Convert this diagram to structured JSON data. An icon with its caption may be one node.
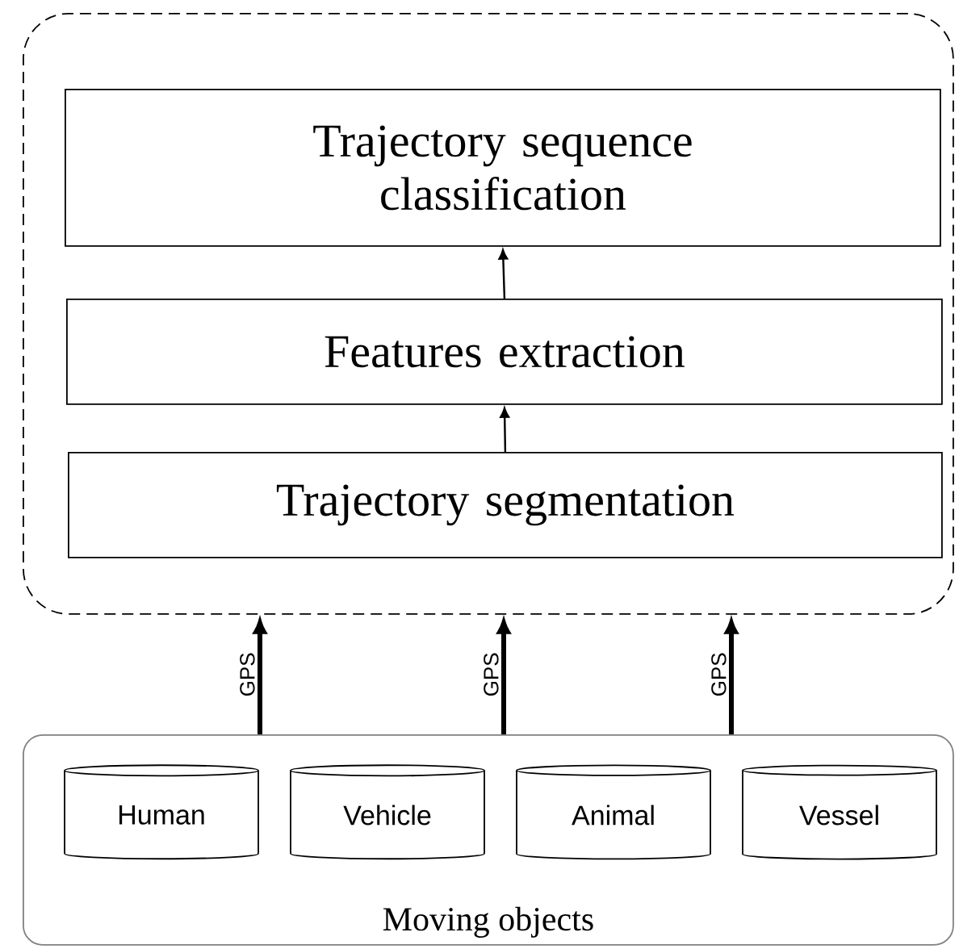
{
  "diagram": {
    "nodes": [
      {
        "text": [],
        "shape": "box"
      },
      {
        "text": [
          "Trajectory sequence classification"
        ],
        "in": 0
      },
      {
        "text": [
          "Features extraction"
        ],
        "in": 0
      },
      {
        "text": [
          "Trajectory segmentation"
        ],
        "in": 0
      },
      {
        "text": [
          "Moving objects"
        ]
      },
      {
        "text": [
          "Human"
        ],
        "in": 4
      },
      {
        "text": [
          "Vehicle"
        ],
        "in": 4
      },
      {
        "text": [
          "Animal"
        ],
        "in": 4
      },
      {
        "text": [
          "Vessel"
        ],
        "in": 4
      }
    ],
    "edges": [
      {
        "from": 3,
        "to": 2,
        "arrow": "to"
      },
      {
        "from": 2,
        "to": 1,
        "arrow": "to"
      },
      {
        "from": 4,
        "to": 0,
        "arrow": "to",
        "label": "GPS"
      },
      {
        "from": 4,
        "to": 0,
        "arrow": "to",
        "label": "GPS"
      },
      {
        "from": 4,
        "to": 0,
        "arrow": "to",
        "label": "GPS"
      }
    ]
  }
}
